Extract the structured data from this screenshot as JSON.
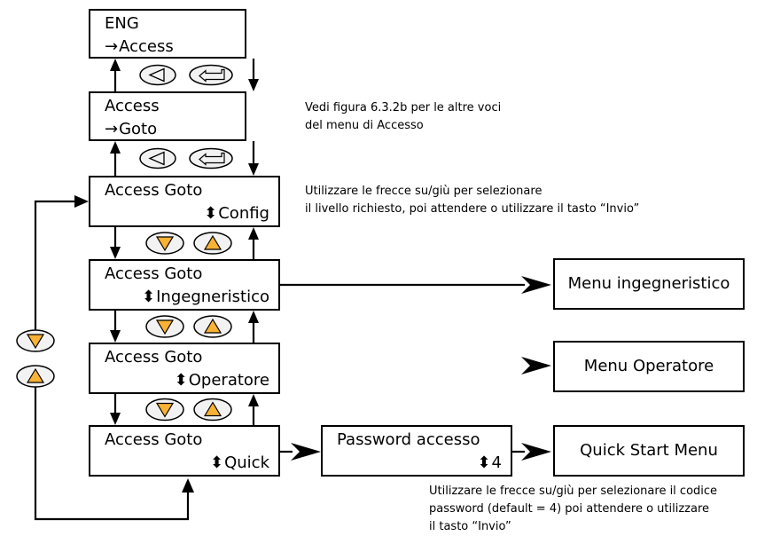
{
  "boxes": {
    "eng": {
      "line1": "ENG",
      "line2_prefix": "→",
      "line2": "Access"
    },
    "access": {
      "line1": "Access",
      "line2_prefix": "→",
      "line2": "Goto"
    },
    "config": {
      "line1": "Access Goto",
      "line2_prefix": "⬍",
      "line2": "Config"
    },
    "ingegn": {
      "line1": "Access Goto",
      "line2_prefix": "⬍",
      "line2": "Ingegneristico"
    },
    "operatore": {
      "line1": "Access Goto",
      "line2_prefix": "⬍",
      "line2": "Operatore"
    },
    "quick": {
      "line1": "Access Goto",
      "line2_prefix": "⬍",
      "line2": "Quick"
    },
    "password": {
      "line1": "Password accesso",
      "line2_prefix": "⬍",
      "line2": "4"
    },
    "menu_ing": {
      "label": "Menu ingegneristico"
    },
    "menu_op": {
      "label": "Menu Operatore"
    },
    "menu_quick": {
      "label": "Quick Start Menu"
    }
  },
  "notes": {
    "access_1": "Vedi figura 6.3.2b per le altre voci",
    "access_2": "del menu di Accesso",
    "config_1": "Utilizzare le frecce su/giù per selezionare",
    "config_2": "il livello richiesto, poi attendere o utilizzare il tasto “Invio”",
    "password_1": "Utilizzare le frecce su/giù per selezionare il codice",
    "password_2": "password (default = 4) poi attendere o utilizzare",
    "password_3": "il tasto “Invio”"
  },
  "colors": {
    "key_fill": "#f2f2f2",
    "arrow_key_fill": "#f9b233",
    "line": "#000000"
  },
  "icons": {
    "left_key": "left-triangle-key-icon",
    "enter_key": "enter-key-icon",
    "down_key": "down-triangle-key-icon",
    "up_key": "up-triangle-key-icon"
  }
}
